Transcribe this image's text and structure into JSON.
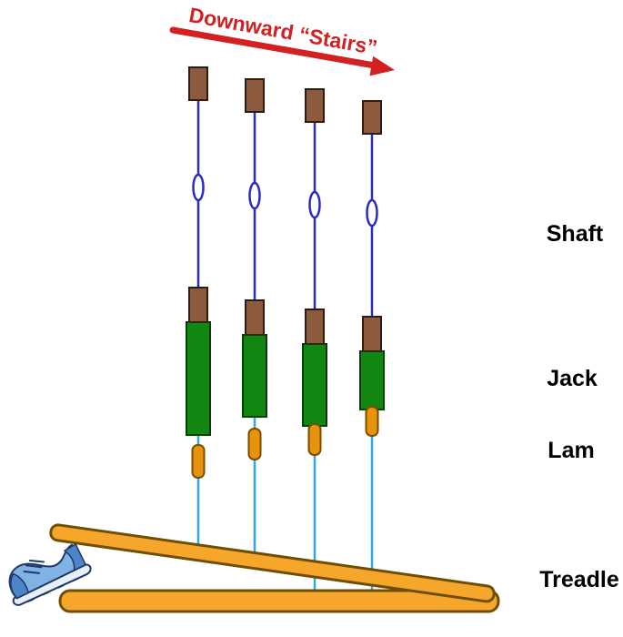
{
  "diagram": {
    "arrow_label": "Downward “Stairs”",
    "labels": {
      "shaft": "Shaft",
      "jack": "Jack",
      "lam": "Lam",
      "treadle": "Treadle"
    },
    "colors": {
      "arrow_red": "#D32020",
      "block_brown": "#8C5A3C",
      "block_outline": "#2E1C0E",
      "cord_blue": "#2B2BC0",
      "jack_green": "#118611",
      "jack_outline": "#0A3D0A",
      "lam_orange": "#E8930C",
      "lam_outline": "#7A4E00",
      "tie_cyan": "#33A8DE",
      "treadle_orange": "#F6A72B",
      "treadle_outline": "#6E4F05",
      "label_black": "#000000",
      "shoe_blue": "#7FB2E5",
      "shoe_panel_blue": "#4A86C8",
      "shoe_outline": "#1F3864",
      "shoe_sole": "#E9EFF9"
    },
    "units_count": 4
  }
}
